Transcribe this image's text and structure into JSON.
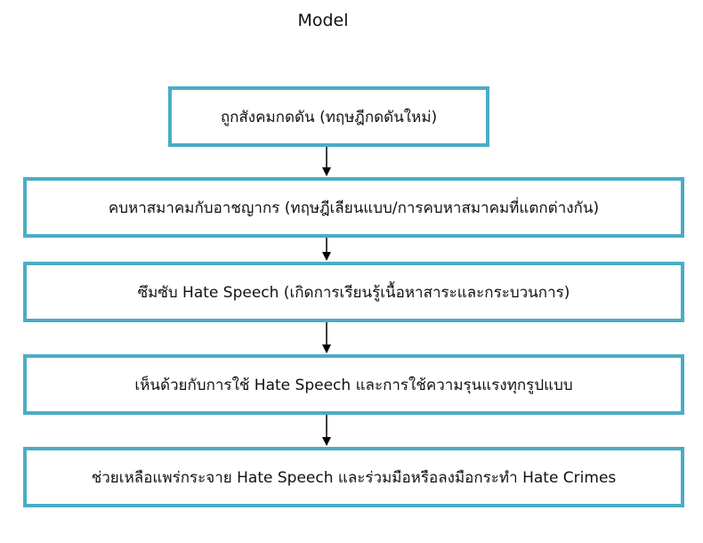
{
  "title": "Model",
  "colors": {
    "box_border": "#4bacc6",
    "arrow": "#000000",
    "text": "#111111"
  },
  "steps": [
    {
      "label": "ถูกสังคมกดดัน (ทฤษฎีกดดันใหม่)"
    },
    {
      "label": "คบหาสมาคมกับอาชญากร (ทฤษฎีเลียนแบบ/การคบหาสมาคมที่แตกต่างกัน)"
    },
    {
      "label": "ซึมซับ Hate Speech (เกิดการเรียนรู้เนื้อหาสาระและกระบวนการ)"
    },
    {
      "label": "เห็นด้วยกับการใช้ Hate Speech และการใช้ความรุนแรงทุกรูปแบบ"
    },
    {
      "label": "ช่วยเหลือแพร่กระจาย Hate Speech และร่วมมือหรือลงมือกระทำ Hate Crimes"
    }
  ]
}
